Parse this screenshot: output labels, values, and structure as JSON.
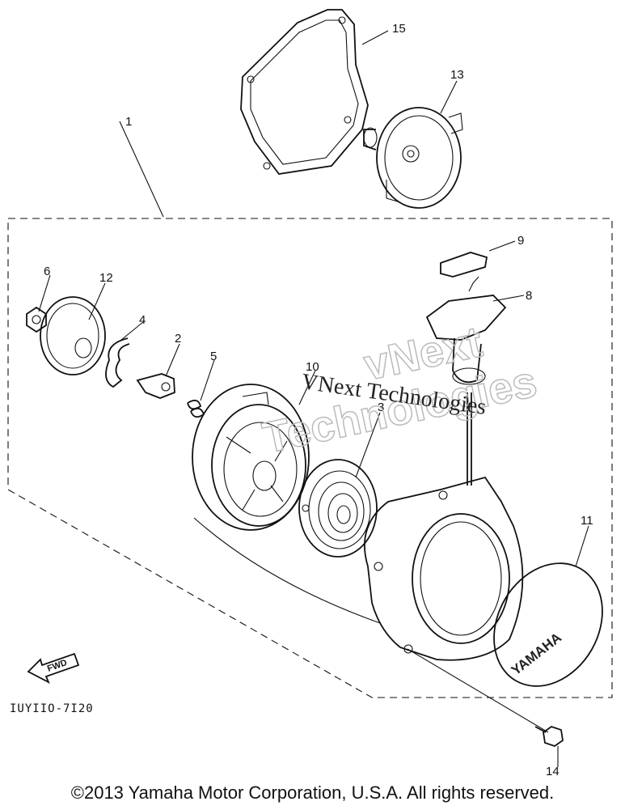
{
  "part_labels": {
    "p1": "1",
    "p2": "2",
    "p3": "3",
    "p4": "4",
    "p5": "5",
    "p6": "6",
    "p8": "8",
    "p9": "9",
    "p10": "10",
    "p11": "11",
    "p12": "12",
    "p13": "13",
    "p14": "14",
    "p15": "15"
  },
  "diagram_code": "IUYIIO-7I20",
  "fwd_label": "FWD",
  "emblem_text": "YAMAHA",
  "watermark": {
    "line1": "VNext Technologies",
    "line2a": "vNext",
    "line2b": "Technologies"
  },
  "copyright": "©2013 Yamaha Motor Corporation, U.S.A. All rights reserved."
}
